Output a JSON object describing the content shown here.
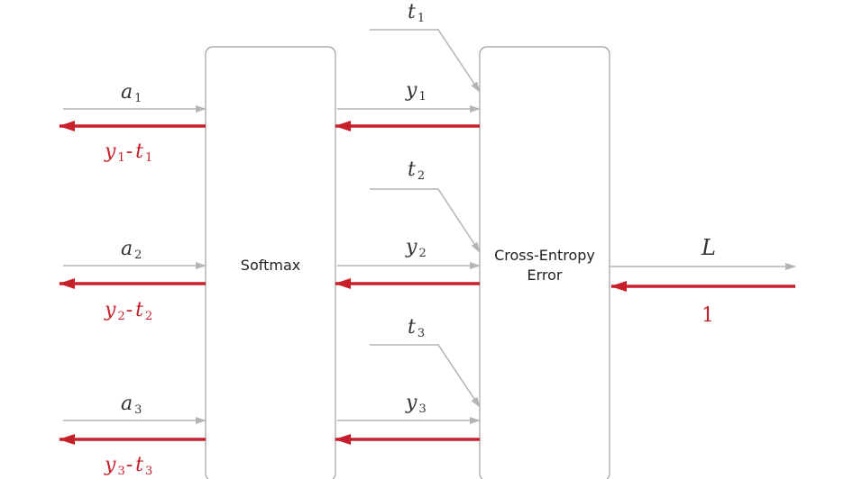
{
  "nodes": {
    "softmax": {
      "label": "Softmax"
    },
    "cross_entropy": {
      "label_line1": "Cross-Entropy",
      "label_line2": "Error"
    }
  },
  "inputs": [
    {
      "var": "a",
      "idx": "1"
    },
    {
      "var": "a",
      "idx": "2"
    },
    {
      "var": "a",
      "idx": "3"
    }
  ],
  "softmax_outputs": [
    {
      "var": "y",
      "idx": "1"
    },
    {
      "var": "y",
      "idx": "2"
    },
    {
      "var": "y",
      "idx": "3"
    }
  ],
  "targets": [
    {
      "var": "t",
      "idx": "1"
    },
    {
      "var": "t",
      "idx": "2"
    },
    {
      "var": "t",
      "idx": "3"
    }
  ],
  "backward_gradients": [
    {
      "y": "y",
      "y_idx": "1",
      "minus": "-",
      "t": "t",
      "t_idx": "1"
    },
    {
      "y": "y",
      "y_idx": "2",
      "minus": "-",
      "t": "t",
      "t_idx": "2"
    },
    {
      "y": "y",
      "y_idx": "3",
      "minus": "-",
      "t": "t",
      "t_idx": "3"
    }
  ],
  "loss": {
    "label": "L",
    "gradient": "1"
  },
  "colors": {
    "forward": "#b4b4b4",
    "backward": "#c8202b",
    "box_border": "#a0a0a0"
  }
}
